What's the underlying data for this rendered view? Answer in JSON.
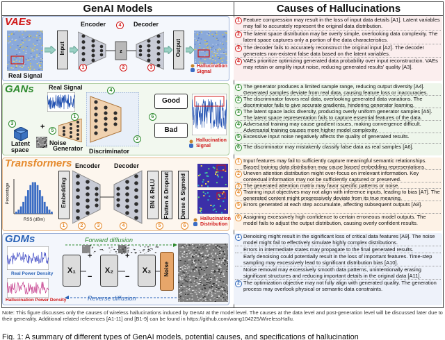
{
  "headers": {
    "left": "GenAI Models",
    "right": "Causes of Hallucinations"
  },
  "vae": {
    "title": "VAEs",
    "labels": {
      "encoder": "Encoder",
      "decoder": "Decoder",
      "input": "Input",
      "output": "Output",
      "z": "z",
      "real_signal": "Real Signal",
      "hallu": "Hallucination\nSignal"
    },
    "causes": [
      {
        "n": "1",
        "text": "Feature compression may result in the loss of input data details [A1]. Latent variables may fail to accurately represent the original data distribution."
      },
      {
        "n": "2",
        "text": "The latent space distribution may be overly simple, overlooking data complexity. The latent space captures only a portion of the data characteristics."
      },
      {
        "n": "3",
        "text": "The decoder fails to accurately reconstruct the original input [A2]. The decoder generates non-existent false data based on the latent variables."
      },
      {
        "n": "4",
        "text": "VAEs prioritize optimizing generated data probability over input reconstruction. VAEs may retain or amplify input noise, reducing generated results' quality [A3]."
      }
    ]
  },
  "gan": {
    "title": "GANs",
    "labels": {
      "real_signal": "Real Signal",
      "good": "Good",
      "bad": "Bad",
      "generator": "Generator",
      "discriminator": "Discriminator",
      "latent": "Latent\nspace",
      "noise": "Noise",
      "hallu": "Hallucination\nSignal",
      "plus": "+"
    },
    "causes": [
      {
        "n": "1",
        "text": "The generator produces a limited sample range, reducing output diversity [A4]. Generated samples deviate from real data, causing feature loss or inaccuracies."
      },
      {
        "n": "2",
        "text": "The discriminator favors real data, overlooking generated data variations. The discriminator fails to give accurate gradients, hindering generator learning."
      },
      {
        "n": "3",
        "text": "The latent space lacks diversity, producing overly uniform generator samples [A5]. The latent space representation fails to capture essential features of the data."
      },
      {
        "n": "4",
        "text": "Adversarial training may cause gradient issues, making convergence difficult. Adversarial training causes more higher model complexity."
      },
      {
        "n": "5",
        "text": "Excessive input noise negatively affects the quality of generated results."
      },
      {
        "n": "6",
        "text": "The discriminator may mistakenly classify false data as real samples [A6]."
      }
    ]
  },
  "tr": {
    "title": "Transformers",
    "labels": {
      "encoder": "Encoder",
      "decoder": "Decoder",
      "embedding": "Embedding",
      "bn": "BN & ReLU",
      "flatten": "Flatten & Dropout",
      "dense": "Dense & Sigmoid",
      "percentage": "Percentage",
      "rss": "RSS (dBm)",
      "hallu": "Hallucination\nDistribution"
    },
    "causes": [
      {
        "n": "1",
        "text": "Input features may fail to sufficiently capture meaningful semantic relationships. Biased training data distribution may cause biased embedding representations."
      },
      {
        "n": "2",
        "text": "Uneven attention distribution might over-focus on irrelevant information. Key contextual information may not be sufficiently captured or preserved."
      },
      {
        "n": "3",
        "text": "The generated attention matrix may favor specific patterns or noise."
      },
      {
        "n": "4",
        "text": "Training input objectives may not align with inference inputs, leading to bias [A7]. The generated content might progressively deviate from its true meaning."
      },
      {
        "n": "5",
        "text": "Errors generated at each step accumulate, affecting subsequent outputs [A8]."
      },
      {
        "n": "6",
        "text": "Assigning excessively high confidence to certain erroneous model outputs. The model fails to adjust the output distribution, causing overly confident results."
      }
    ]
  },
  "gdm": {
    "title": "GDMs",
    "labels": {
      "forward": "Forward diffusion",
      "reverse": "Reverse diffusion",
      "x1": "X₁",
      "x2": "X₂",
      "x3": "X₃",
      "noise": "Noise",
      "real_pd": "Real Power Density",
      "hallu_pd": "Hallucination Power Density",
      "plus": "+",
      "minus": "−"
    },
    "causes": [
      {
        "n": "1",
        "text": "Denoising might result in the significant loss of critical data features [A9]. The noise model might fail to effectively simulate highly complex distributions."
      },
      {
        "n": "",
        "text": "Errors in intermediate states may propagate to the final generated results."
      },
      {
        "n": "",
        "text": "Early denoising could potentially result in the loss of important features. Time-step sampling may excessively lead to significant distribution bias [A10]."
      },
      {
        "n": "",
        "text": "Noise removal may excessively smooth data patterns, unintentionally erasing significant structures and reducing important details in the original data [A11]."
      },
      {
        "n": "2",
        "text": "The optimization objective may not fully align with generated quality. The generation process may overlook physical or semantic data constraints."
      }
    ]
  },
  "note": "Note: This figure discusses only the causes of wireless hallucinations induced by GenAI at the model level. The causes at the data level and post-generation level will be discussed later due to their generality. Additional related references [A1-11] and [B1-9] can be found in https://github.com/wang104225/WirelessHallu.",
  "caption": "Fig. 1: A summary of different types of GenAI models, potential causes, and specifications of hallucination",
  "colors": {
    "vae": "#d01818",
    "gan": "#2e8a2e",
    "tr": "#e58a2d",
    "gdm": "#2a63b7"
  }
}
